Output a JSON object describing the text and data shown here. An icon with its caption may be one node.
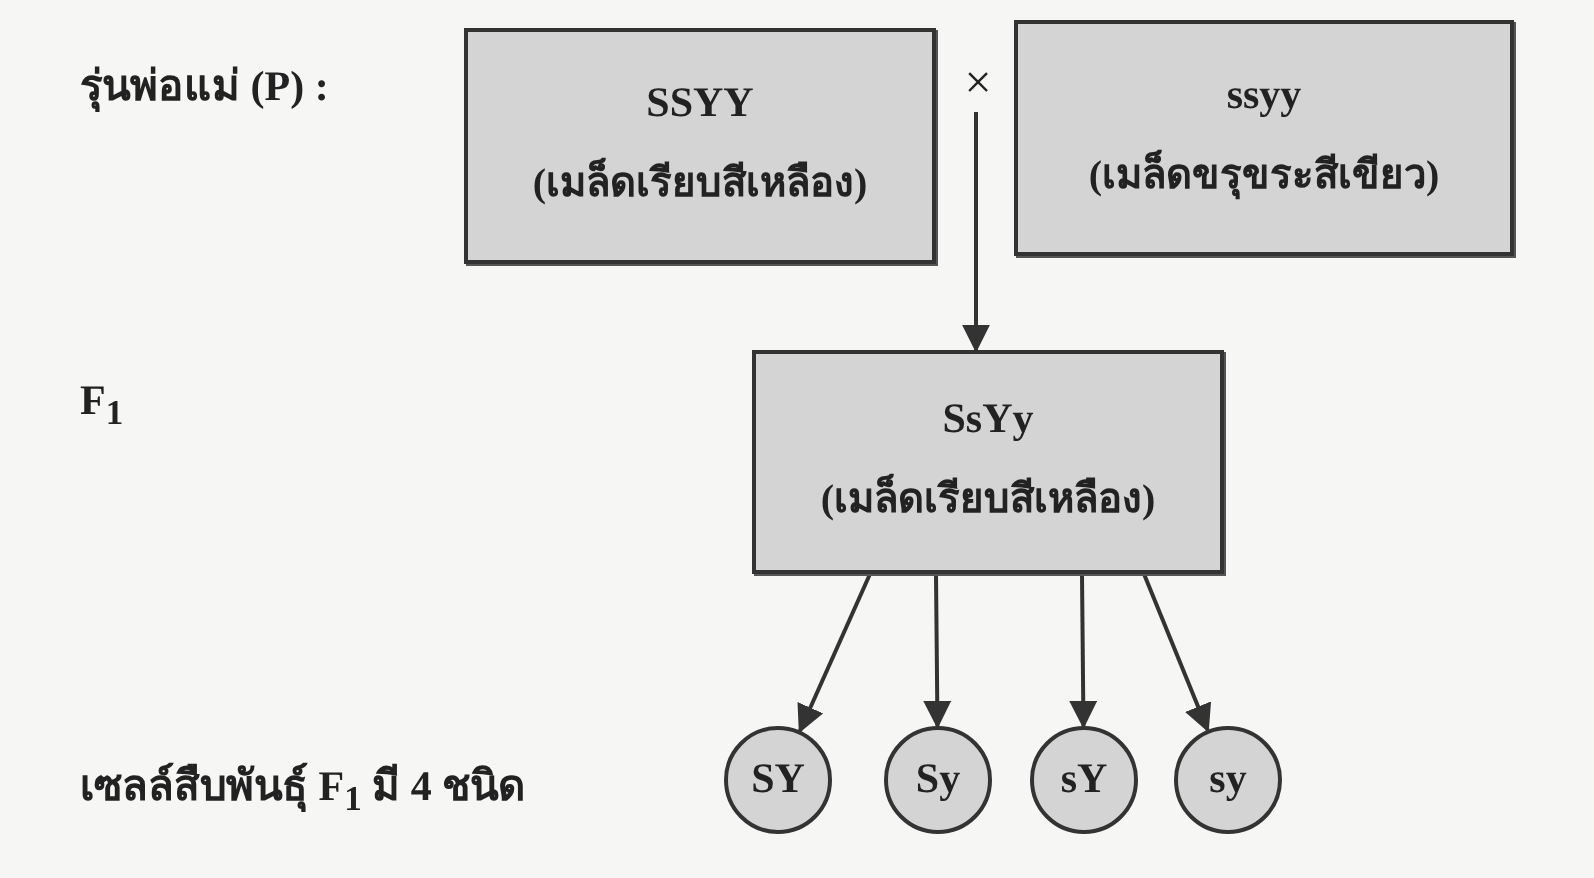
{
  "diagram": {
    "nodes": [
      {
        "text": [
          "SSYY",
          "(เมล็ดเรียบสีเหลือง)"
        ]
      },
      {
        "text": [
          "×"
        ]
      },
      {
        "text": [
          "ssyy",
          "(เมล็ดขรุขระสีเขียว)"
        ]
      },
      {
        "text": [
          "SsYy",
          "(เมล็ดเรียบสีเหลือง)"
        ]
      },
      {
        "text": [
          "SY"
        ]
      },
      {
        "text": [
          "Sy"
        ]
      },
      {
        "text": [
          "sY"
        ]
      },
      {
        "text": [
          "sy"
        ]
      }
    ],
    "edges": [
      {
        "from": 1,
        "to": 3,
        "arrow": "to"
      },
      {
        "from": 3,
        "to": 4,
        "arrow": "to"
      },
      {
        "from": 3,
        "to": 5,
        "arrow": "to"
      },
      {
        "from": 3,
        "to": 6,
        "arrow": "to"
      },
      {
        "from": 3,
        "to": 7,
        "arrow": "to"
      }
    ],
    "labels": [
      "รุ่นพ่อแม่ (P) :",
      "F$_{1}$",
      "เซลล์สืบพันธุ์ F$_{1}$ มี 4 ชนิด"
    ]
  }
}
